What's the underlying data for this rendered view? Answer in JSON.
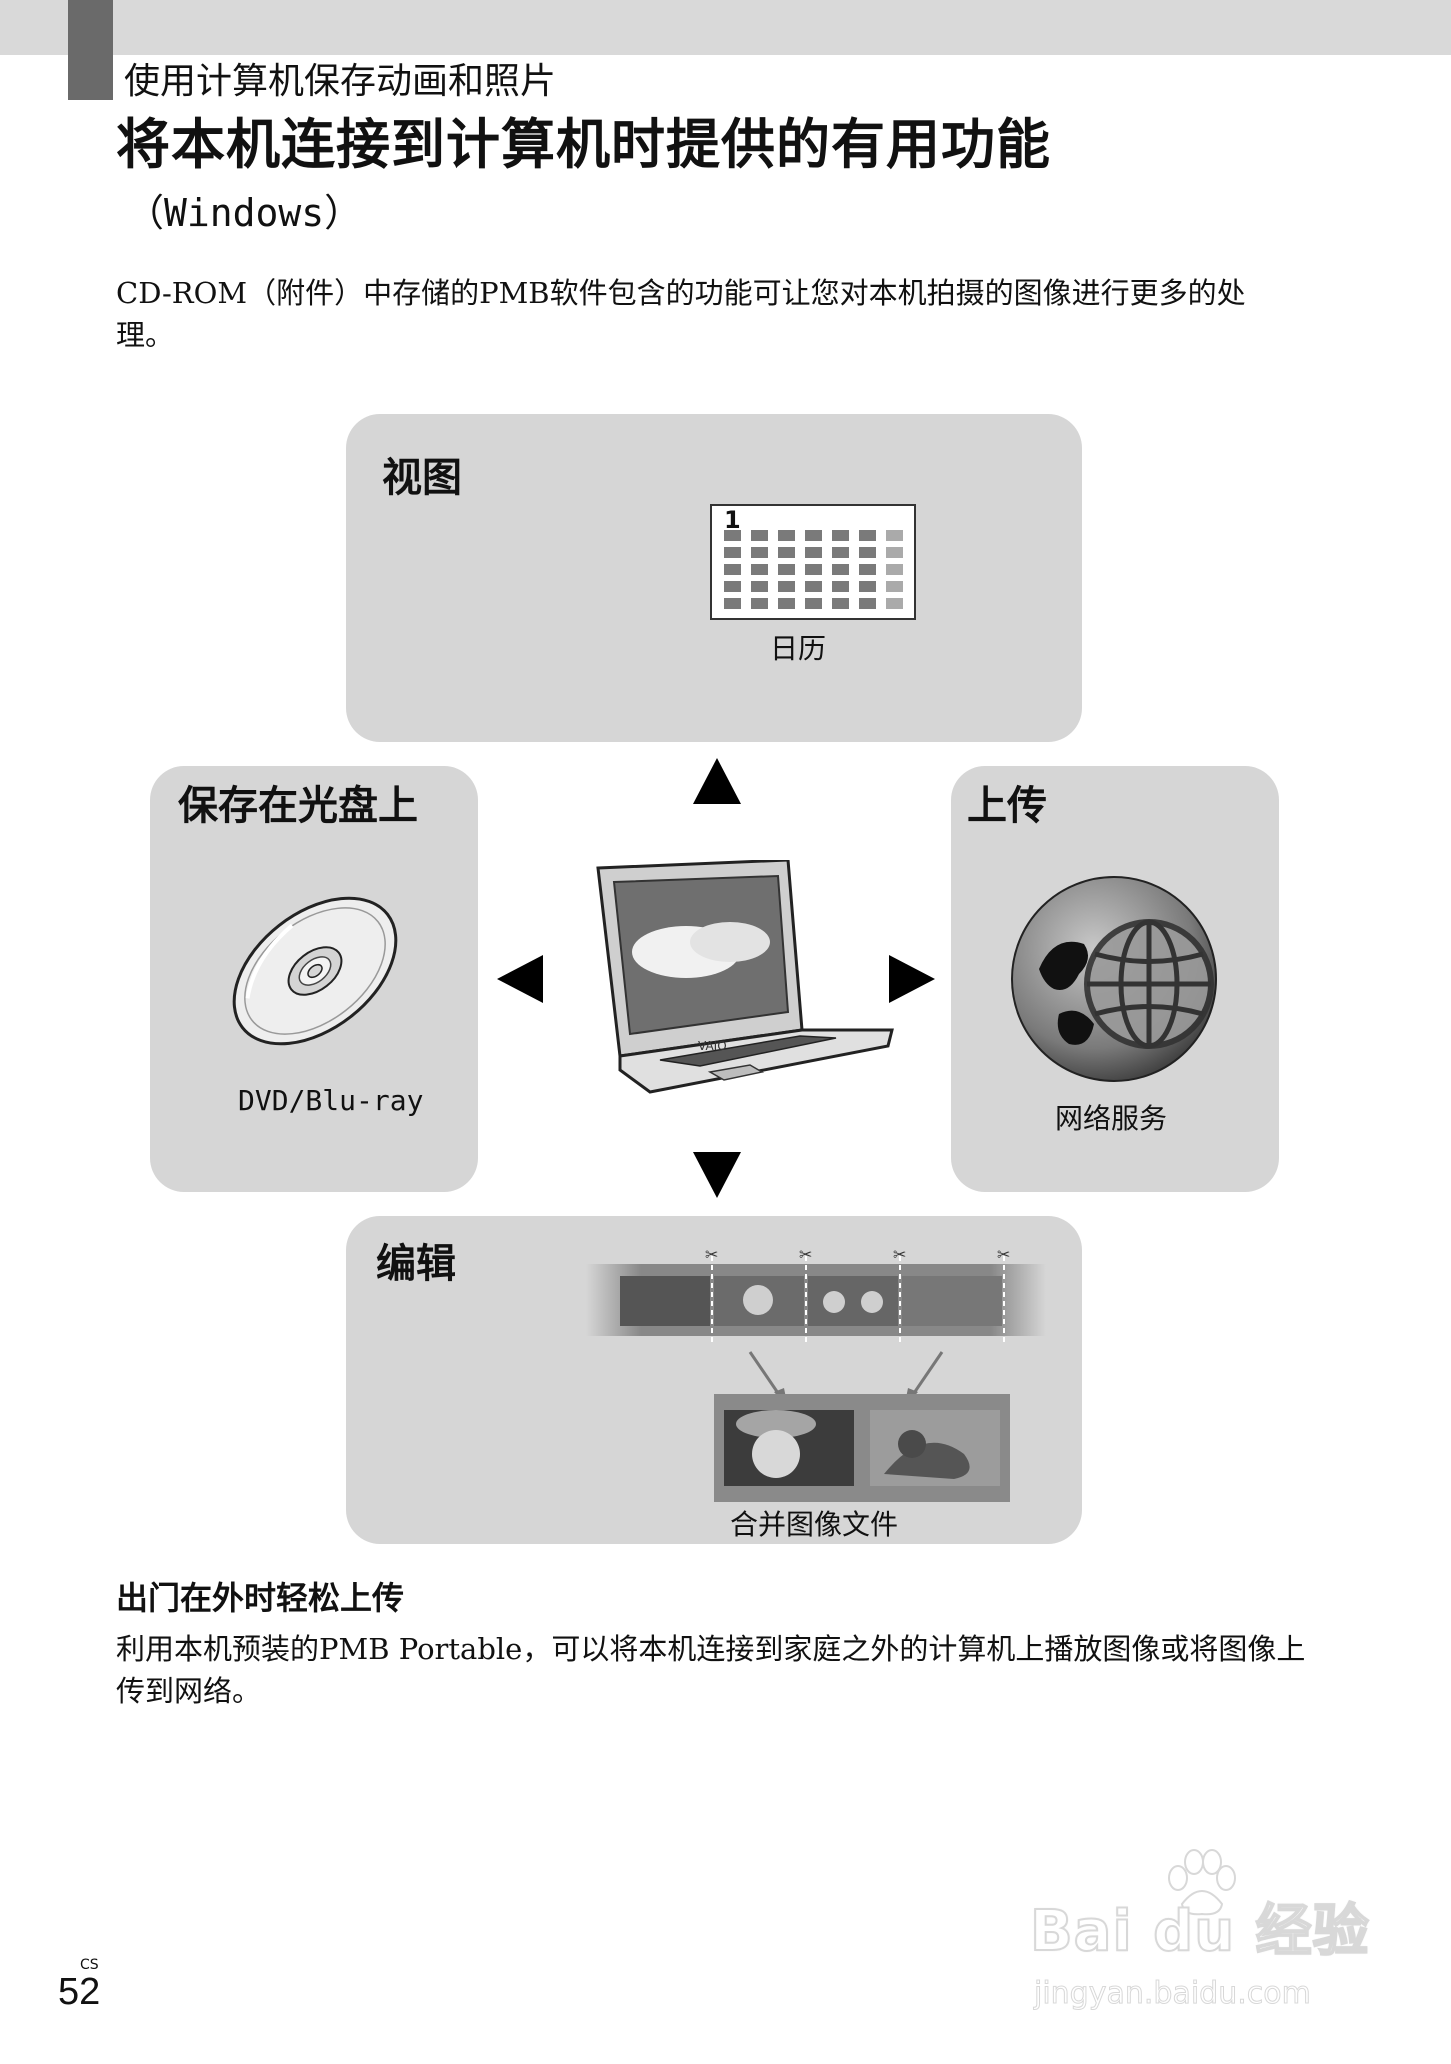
{
  "header": {
    "section_title": "使用计算机保存动画和照片",
    "page_title": "将本机连接到计算机时提供的有用功能",
    "page_subtitle": "（Windows）"
  },
  "intro": "CD-ROM（附件）中存储的PMB软件包含的功能可让您对本机拍摄的图像进行更多的处理。",
  "diagram": {
    "view": {
      "title": "视图",
      "calendar_number": "1",
      "caption": "日历"
    },
    "disc": {
      "title": "保存在光盘上",
      "caption": "DVD/Blu-ray"
    },
    "upload": {
      "title": "上传",
      "caption": "网络服务"
    },
    "edit": {
      "title": "编辑",
      "caption": "合并图像文件"
    }
  },
  "footer": {
    "heading": "出门在外时轻松上传",
    "body": "利用本机预装的PMB Portable，可以将本机连接到家庭之外的计算机上播放图像或将图像上传到网络。"
  },
  "page": {
    "lang_code": "CS",
    "number": "52"
  },
  "watermark": {
    "brand": "Bai du 经验",
    "url": "jingyan.baidu.com"
  }
}
